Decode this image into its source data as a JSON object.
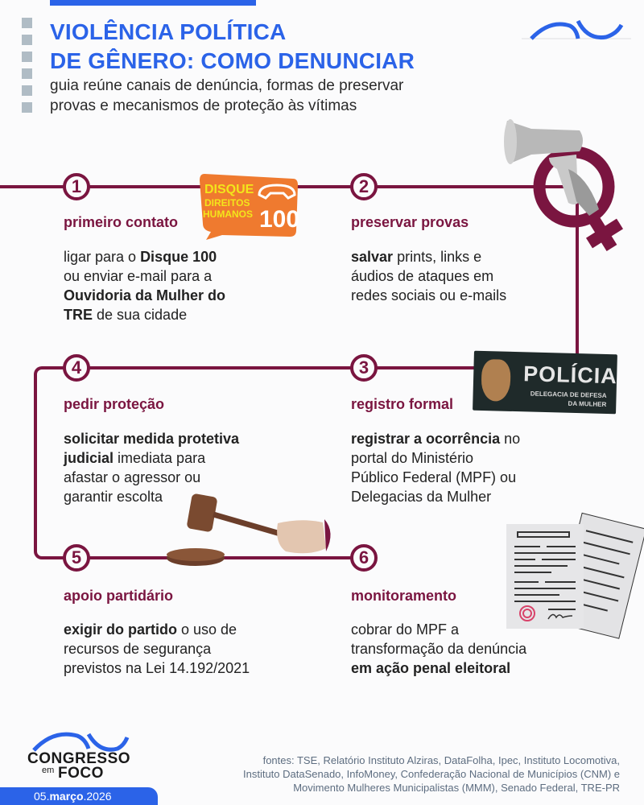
{
  "header": {
    "title_line1": "VIOLÊNCIA POLÍTICA",
    "title_line2": "DE GÊNERO: COMO DENUNCIAR",
    "subtitle_line1": "guia reúne canais de denúncia, formas de preservar",
    "subtitle_line2": "provas e mecanismos de proteção às vítimas"
  },
  "colors": {
    "accent_blue": "#2b63e8",
    "line_maroon": "#7a1540",
    "square_gray": "#b0bcc5",
    "disque_orange": "#ef7a2f",
    "disque_yellow": "#f3e51b"
  },
  "steps": [
    {
      "number": "1",
      "title": "primeiro contato",
      "body": [
        {
          "bold": false,
          "text": "ligar para o "
        },
        {
          "bold": true,
          "text": "Disque 100"
        },
        {
          "bold": false,
          "text": " ou enviar e-mail para a "
        },
        {
          "bold": true,
          "text": "Ouvidoria da Mulher do TRE"
        },
        {
          "bold": false,
          "text": " de sua cidade"
        }
      ],
      "lines": [
        "ligar para o |Disque 100|",
        "ou enviar e-mail para a",
        "|Ouvidoria da Mulher do|",
        "|TRE| de sua cidade"
      ]
    },
    {
      "number": "2",
      "title": "preservar provas",
      "lines": [
        "|salvar| prints, links e",
        "áudios de ataques em",
        "redes sociais ou e-mails"
      ]
    },
    {
      "number": "3",
      "title": "registro formal",
      "lines": [
        "|registrar a ocorrência| no",
        "portal do Ministério",
        "Público Federal (MPF) ou",
        "Delegacias da Mulher"
      ]
    },
    {
      "number": "4",
      "title": "pedir proteção",
      "lines": [
        "|solicitar medida protetiva|",
        "|judicial| imediata para",
        "afastar o agressor ou",
        "garantir escolta"
      ]
    },
    {
      "number": "5",
      "title": "apoio partidário",
      "lines": [
        "|exigir do partido| o uso de",
        "recursos de segurança",
        "previstos na Lei 14.192/2021"
      ]
    },
    {
      "number": "6",
      "title": "monitoramento",
      "lines": [
        "cobrar do MPF a",
        "transformação da denúncia",
        "|em ação penal eleitoral|"
      ]
    }
  ],
  "images": {
    "disque": {
      "line1": "DISQUE",
      "line2": "DIREITOS",
      "line3": "HUMANOS",
      "number": "100",
      "icon": "phone-icon"
    },
    "policia": {
      "title": "POLÍCIA",
      "sub1": "DELEGACIA DE DEFESA",
      "sub2": "DA MULHER",
      "badge_icon": "police-badge-icon"
    },
    "megaphone_icon": "megaphone-female-symbol-icon",
    "gavel_icon": "gavel-icon",
    "documents_icon": "documents-icon"
  },
  "footer": {
    "logo_main": "CONGRESSO",
    "logo_em": "em",
    "logo_foco": "FOCO",
    "date_day": "05.",
    "date_month": "março",
    "date_year": ".2026",
    "sources_line1": "fontes: TSE, Relatório Instituto Alziras, DataFolha, Ipec, Instituto Locomotiva,",
    "sources_line2": "Instituto DataSenado, InfoMoney, Confederação Nacional de Municípios (CNM) e",
    "sources_line3": "Movimento Mulheres Municipalistas (MMM), Senado Federal, TRE-PR"
  }
}
